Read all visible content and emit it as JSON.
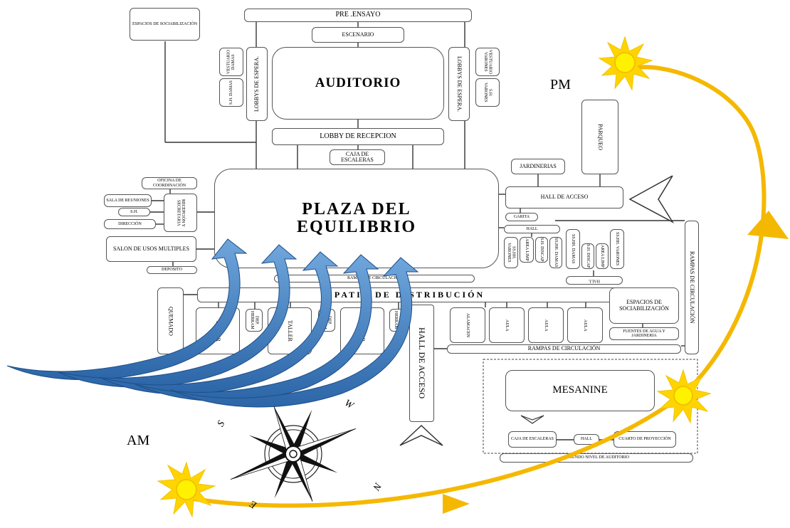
{
  "rooms": {
    "pre_ensayo": "PRE .ENSAYO",
    "escenario": "ESCENARIO",
    "auditorio": "AUDITORIO",
    "lobby_recepcion": "LOBBY DE RECEPCION",
    "caja_escaleras_top": "CAJA DE ESCALERAS",
    "espacios_sociabilizacion_top": "ESPACIOS DE SOCIABILIZACIÓN",
    "vestuario_damas": "VESTUARIO DAMAS",
    "ssh_damas": "S.H. DAMAS",
    "lobbys_espera_left": "LOBBYS DE ESPERA.",
    "lobbys_espera_right": "LOBBYS DE ESPERA.",
    "vestuario_varones": "VESTUARIO VARONES",
    "ssh_varones": "S.H. VARONES",
    "plaza_del_equilibrio": "PLAZA DEL\nEQUILIBRIO",
    "oficina_coordinacion": "OFICINA DE COORDINACIÓN",
    "sala_reuniones": "SALA DE REUNIONES",
    "sh_left": "S.H.",
    "direccion": "DIRECCIÓN",
    "recepcion_secretaria": "RECEPCIÓN Y SECRETARIA",
    "salon_usos_multiples": "SALON DE USOS MULTIPLES",
    "deposito": "DEPOSITO",
    "jardinerias": "JARDINERIAS",
    "parqueo": "PARQUEO",
    "hall_de_acceso": "HALL DE ACCESO",
    "garita": "GARITA",
    "hall_small": "HALL",
    "sshh_varones": "SS.HH. VARONES",
    "area_limp": "AREA LIMP",
    "sh_discap_1": "S.H. DISCAP",
    "sshh_damas_1": "SS.HH. DAMAS",
    "sshh_damas_2": "SS.HH. DAMAS",
    "sh_discap_2": "S.H. DISCAP",
    "area_limp_2": "AREA LIMP",
    "sshh_varones_2": "SS.HH. VARONES",
    "hall_flipped": "HALL",
    "rampas_circulacion_top": "RAMPAS DE CIRCULACIÓN",
    "patio_distribucion": "PATIO DE DISTRIBUCIÓN",
    "quemado": "QUEMADO",
    "taller_1": "TALLER",
    "taller_2": "TALLER",
    "taller_3": "TALLER",
    "dep_herram_1": "DEP. HERRAM",
    "dep_herram_2": "DEP. HERRAM",
    "dep_herram_3": "DEP. HERRAM",
    "hall_de_acceso_vertical": "HALL DE ACCESO",
    "almacen": "ALAMACEN",
    "aula_1": "AULA",
    "aula_2": "AULA",
    "aula_3": "AULA",
    "espacios_sociabilizacion_right": "ESPACIOS DE SOCIABILIZACIÓN",
    "fuentes_agua": "FUENTES DE AGUA Y JARDINERIA",
    "rampas_circulacion_bottom": "RAMPAS DE CIRCULACIÓN",
    "rampas_circulacion_right": "RAMPAS DE CIRCULACIÓN",
    "mesanine": "MESANINE",
    "caja_escaleras_bottom": "CAJA DE ESCALERAS",
    "hall_mesanine": "HALL",
    "cuarto_proyeccion": "CUARTO DE PROYECCIÓN",
    "segundo_nivel": "SEGUNDO NIVEL DE AUDITORIO"
  },
  "labels": {
    "am": "AM",
    "pm": "PM"
  },
  "compass": {
    "n": "N",
    "s": "S",
    "w": "W",
    "e": "E"
  },
  "colors": {
    "sun": "#FFD400",
    "sun_arc": "#F5B800",
    "wind_arrow": "#3C7EC4",
    "wind_arrow_dark": "#1E4F88",
    "line": "#333333"
  }
}
